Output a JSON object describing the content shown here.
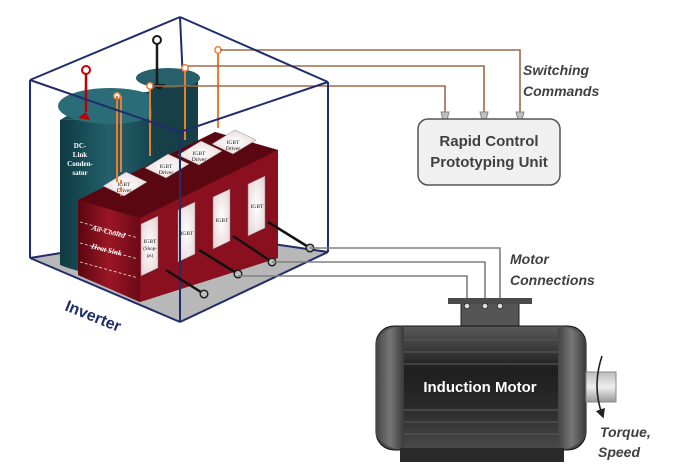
{
  "colors": {
    "box_outline": "#1f2d6b",
    "floor": "#b3b3b3",
    "capacitor": "#1d5560",
    "heatsink": "#7a0d1c",
    "orange_wire": "#ee7d2f",
    "brown_wire": "#9a6b4a",
    "gray_wire": "#7f7f7f",
    "red_terminal": "#c00000",
    "rcp_fill": "#f0f0f0",
    "motor_dark": "#2b2b2b"
  },
  "inverter": {
    "label": "Inverter",
    "capacitor_label": [
      "DC-",
      "Link",
      "Conden-",
      "sator"
    ],
    "heatsink_label_1": "Air-Cooled",
    "heatsink_label_2": "Heat Sink",
    "driver_label": [
      "IGBT",
      "Driver"
    ],
    "igbt_label": "IGBT",
    "igbt_shunt_label": [
      "IGBT",
      "(Shop-",
      "ps)"
    ]
  },
  "rcp": {
    "line1": "Rapid Control",
    "line2": "Prototyping Unit"
  },
  "labels": {
    "switching_1": "Switching",
    "switching_2": "Commands",
    "motor_conn_1": "Motor",
    "motor_conn_2": "Connections",
    "torque": "Torque,",
    "speed": "Speed"
  },
  "motor": {
    "label": "Induction Motor"
  }
}
